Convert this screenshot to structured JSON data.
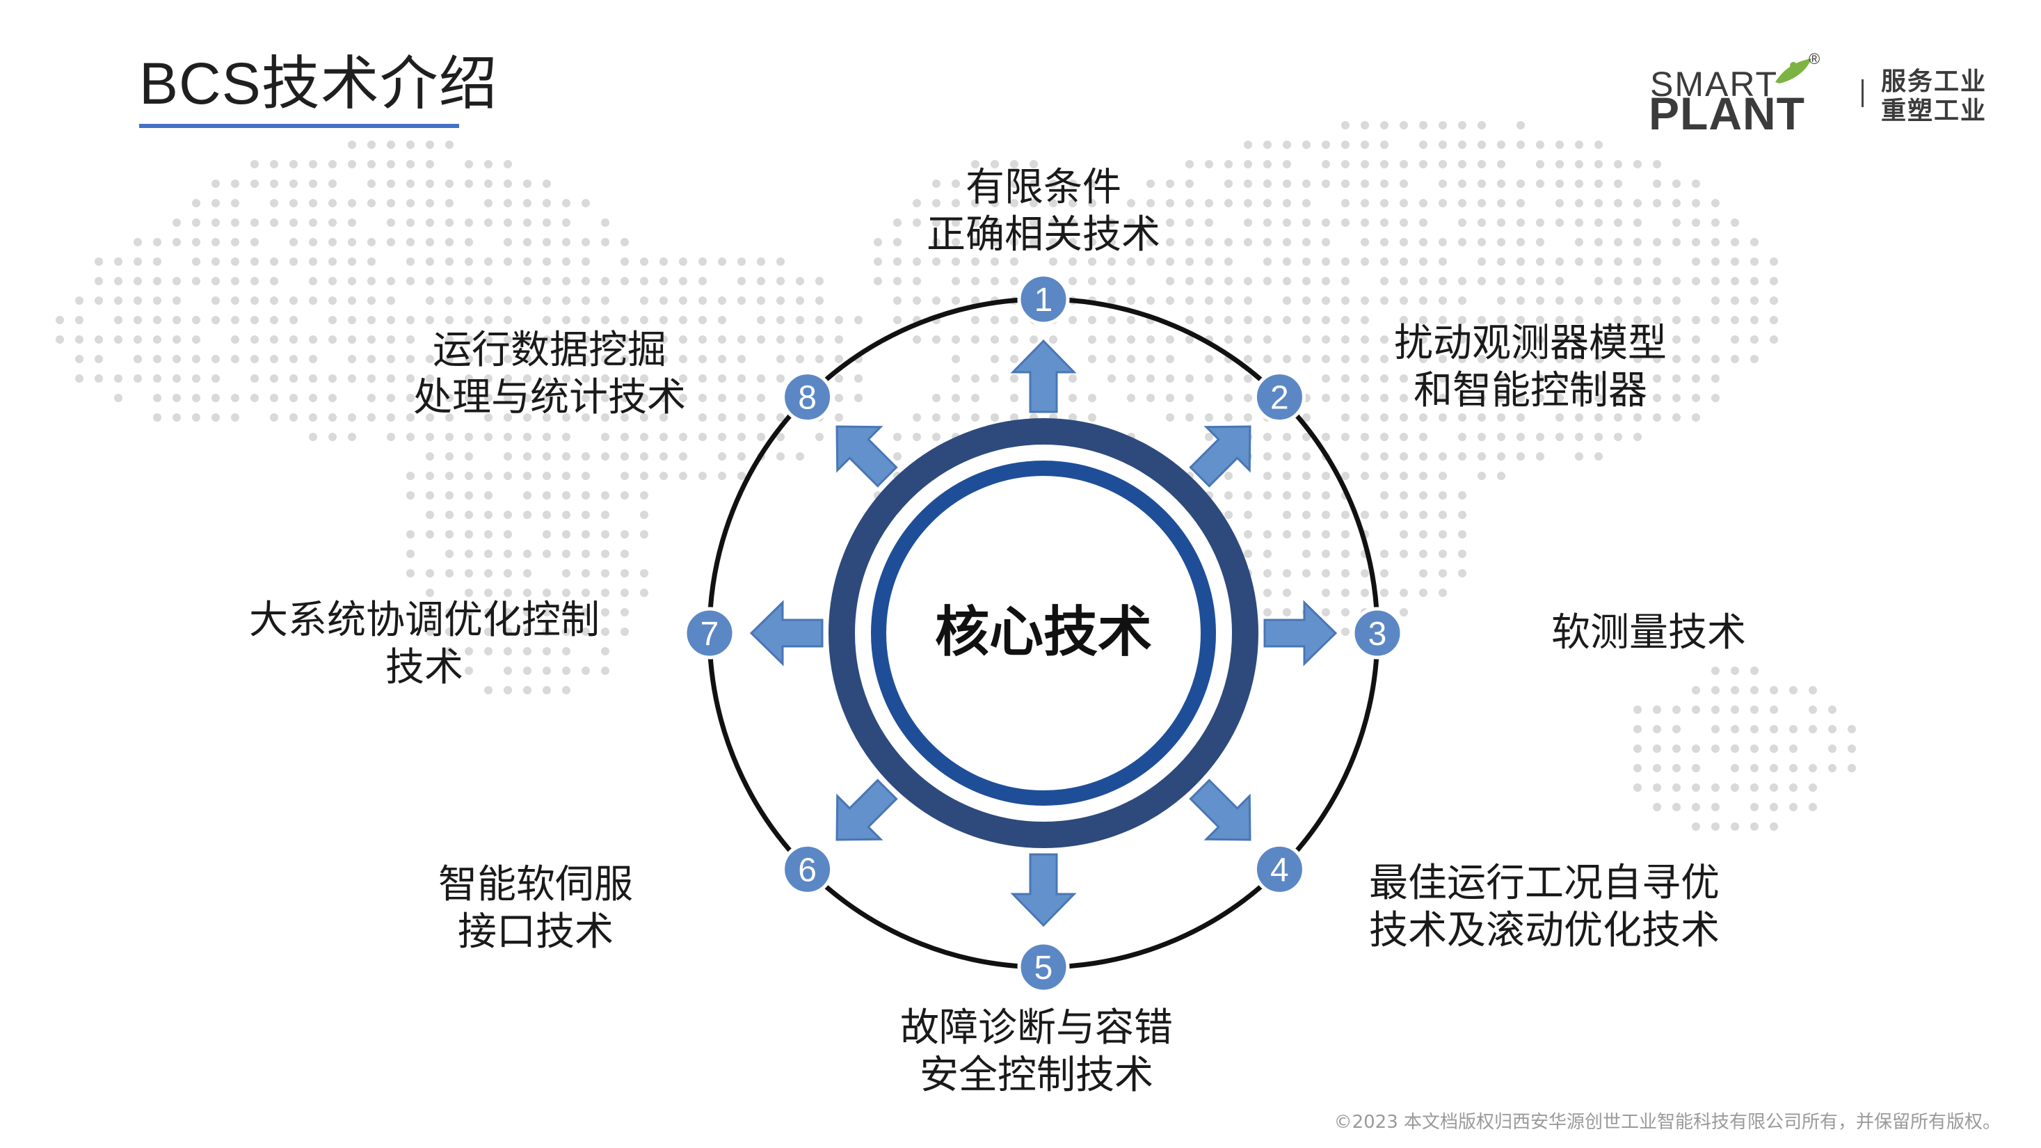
{
  "page": {
    "title": "BCS技术介绍"
  },
  "brand": {
    "logo_top": "SMART",
    "logo_bottom": "PLANT",
    "registered_mark": "®",
    "slogan_line1": "服务工业",
    "slogan_line2": "重塑工业"
  },
  "diagram": {
    "core_label": "核心技术",
    "nodes": [
      {
        "number": "1",
        "line1": "有限条件",
        "line2": "正确相关技术"
      },
      {
        "number": "2",
        "line1": "扰动观测器模型",
        "line2": "和智能控制器"
      },
      {
        "number": "3",
        "line1": "软测量技术",
        "line2": ""
      },
      {
        "number": "4",
        "line1": "最佳运行工况自寻优",
        "line2": "技术及滚动优化技术"
      },
      {
        "number": "5",
        "line1": "故障诊断与容错",
        "line2": "安全控制技术"
      },
      {
        "number": "6",
        "line1": "智能软伺服",
        "line2": "接口技术"
      },
      {
        "number": "7",
        "line1": "大系统协调优化控制",
        "line2": "技术"
      },
      {
        "number": "8",
        "line1": "运行数据挖掘",
        "line2": "处理与统计技术"
      }
    ]
  },
  "footer": {
    "copyright": "©2023 本文档版权归西安华源创世工业智能科技有限公司所有，并保留所有版权。"
  },
  "colors": {
    "accent": "#4472c4",
    "node_fill": "#5b87c5",
    "arrow_fill": "#6391cc",
    "ring_outer": "#2e4a7c",
    "ring_inner": "#1f4e99",
    "map_dots": "#d9d9d9"
  }
}
